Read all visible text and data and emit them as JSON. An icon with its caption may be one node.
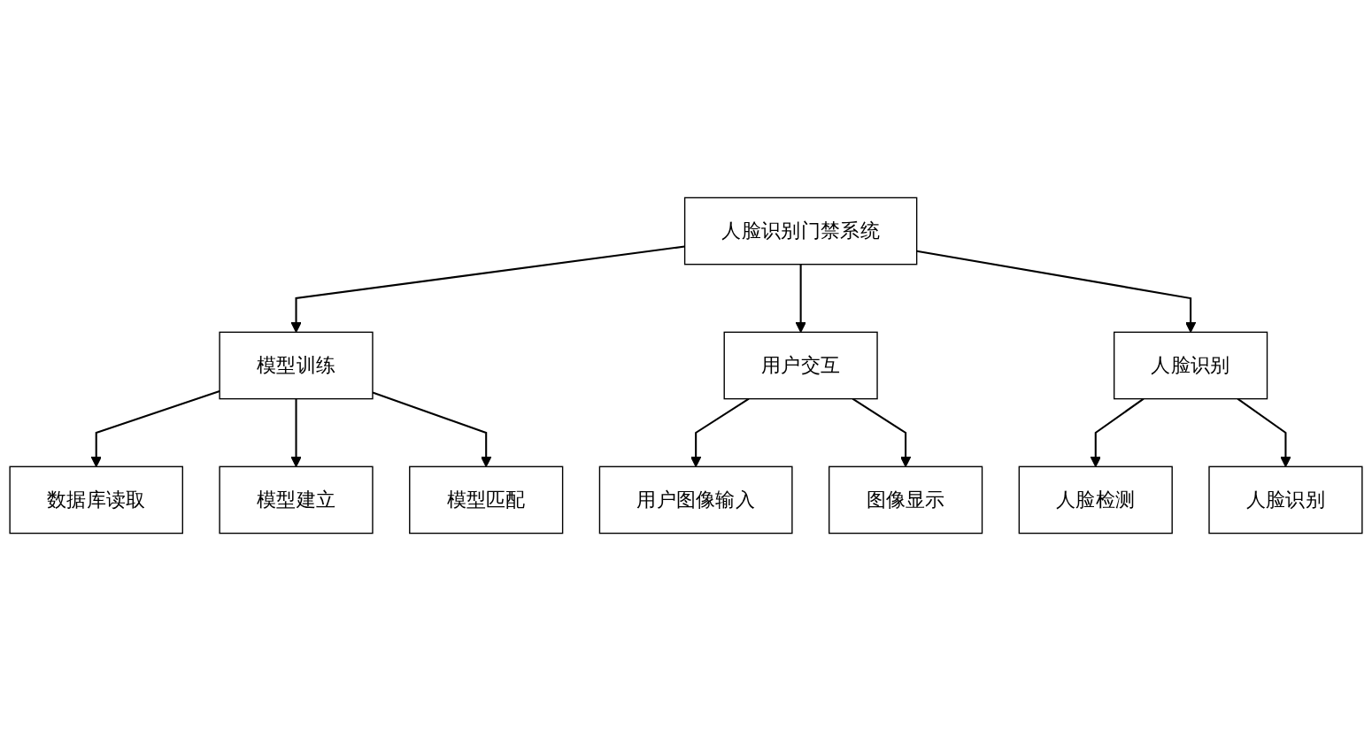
{
  "diagram": {
    "nodes": [
      {
        "text": [
          "人脸识别门禁系统"
        ]
      },
      {
        "text": [
          "模型训练"
        ]
      },
      {
        "text": [
          "用户交互"
        ]
      },
      {
        "text": [
          "人脸识别"
        ]
      },
      {
        "text": [
          "数据库读取"
        ]
      },
      {
        "text": [
          "模型建立"
        ]
      },
      {
        "text": [
          "模型匹配"
        ]
      },
      {
        "text": [
          "用户图像输入"
        ]
      },
      {
        "text": [
          "图像显示"
        ]
      },
      {
        "text": [
          "人脸检测"
        ]
      },
      {
        "text": [
          "人脸识别"
        ]
      }
    ],
    "edges": [
      {
        "from": 0,
        "to": 1,
        "arrow": "to"
      },
      {
        "from": 0,
        "to": 2,
        "arrow": "to"
      },
      {
        "from": 0,
        "to": 3,
        "arrow": "to"
      },
      {
        "from": 1,
        "to": 4,
        "arrow": "to"
      },
      {
        "from": 1,
        "to": 5,
        "arrow": "to"
      },
      {
        "from": 1,
        "to": 6,
        "arrow": "to"
      },
      {
        "from": 2,
        "to": 7,
        "arrow": "to"
      },
      {
        "from": 2,
        "to": 8,
        "arrow": "to"
      },
      {
        "from": 3,
        "to": 9,
        "arrow": "to"
      },
      {
        "from": 3,
        "to": 10,
        "arrow": "to"
      }
    ]
  }
}
